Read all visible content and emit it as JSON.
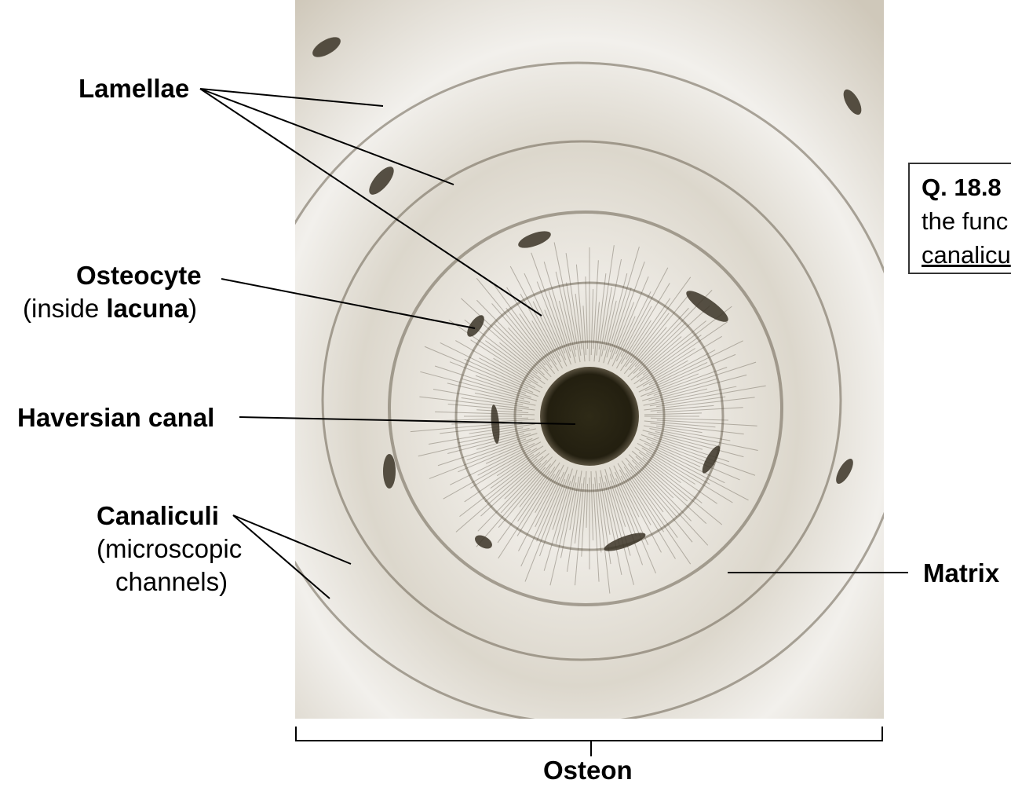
{
  "labels": {
    "lamellae": "Lamellae",
    "osteocyte": "Osteocyte",
    "osteocyte_note_pre": "(inside ",
    "osteocyte_note_bold": "lacuna",
    "osteocyte_note_post": ")",
    "haversian": "Haversian canal",
    "canaliculi": "Canaliculi",
    "canaliculi_note_1": "(microscopic",
    "canaliculi_note_2": "channels)",
    "matrix": "Matrix",
    "osteon": "Osteon"
  },
  "question_box": {
    "line1": "Q. 18.8",
    "line2": "the func",
    "line3": "canalicu"
  },
  "colors": {
    "micrograph_bg": "#e9e6df",
    "stain": "#3a3326",
    "canal": "#2a2515"
  }
}
